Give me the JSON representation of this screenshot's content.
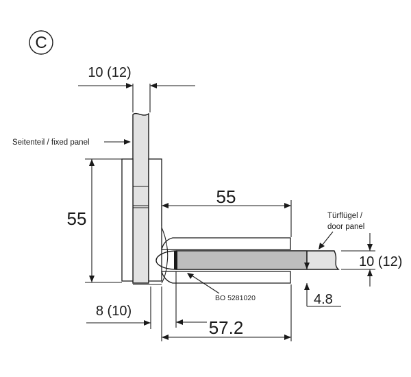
{
  "view_label": "C",
  "dimensions": {
    "top_glass_thickness": "10 (12)",
    "left_height": "55",
    "bottom_left_thickness": "8 (10)",
    "top_length": "55",
    "bottom_length": "57.2",
    "right_glass_thickness": "10 (12)",
    "offset": "4.8"
  },
  "labels": {
    "fixed_panel": "Seitenteil / fixed panel",
    "door_panel_line1": "Türflügel /",
    "door_panel_line2": "door panel",
    "part_number": "BO 5281020"
  }
}
